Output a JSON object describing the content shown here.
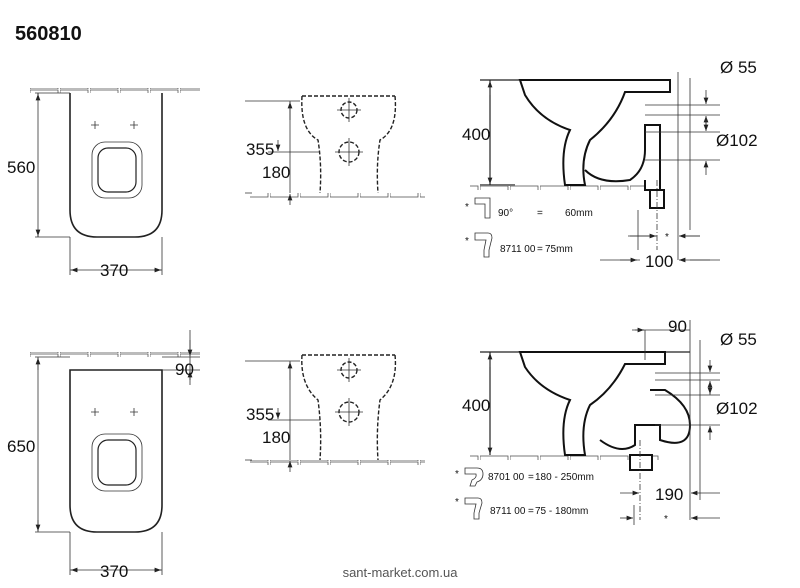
{
  "title": "560810",
  "top_row": {
    "plan_depth": "560",
    "plan_width": "370",
    "front_height": "355",
    "front_inlet": "180",
    "side_height": "400",
    "dia_small": "Ø 55",
    "dia_large": "Ø102",
    "offset": "100",
    "star": "*",
    "fittings": [
      {
        "star": "*",
        "code": "90°",
        "eq": "=",
        "value": "60mm"
      },
      {
        "star": "*",
        "code": "8711 00",
        "eq": "=",
        "value": "75mm"
      }
    ]
  },
  "bottom_row": {
    "plan_depth": "650",
    "plan_wall": "90",
    "plan_width": "370",
    "front_height": "355",
    "front_inlet": "180",
    "side_height": "400",
    "side_wall": "90",
    "dia_small": "Ø 55",
    "dia_large": "Ø102",
    "offset": "190",
    "star": "*",
    "fittings": [
      {
        "star": "*",
        "code": "8701 00",
        "eq": "=",
        "value": "180 - 250mm"
      },
      {
        "star": "*",
        "code": "8711 00",
        "eq": "=",
        "value": "75 -  180mm"
      }
    ]
  },
  "footer": "sant-market.com.ua"
}
